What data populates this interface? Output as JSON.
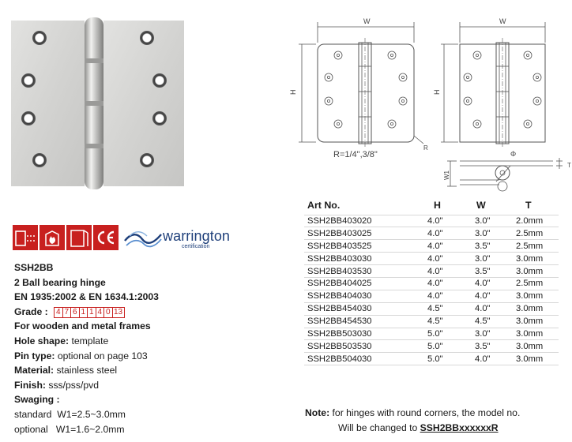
{
  "certification": {
    "brand_word": "warrington",
    "brand_sub": "certification"
  },
  "specs": {
    "model": "SSH2BB",
    "description": "2 Ball bearing hinge",
    "standards": "EN 1935:2002  &  EN 1634.1:2003",
    "grade_label": "Grade :",
    "grade_digits": [
      "4",
      "7",
      "6",
      "1",
      "1",
      "4",
      "0",
      "13"
    ],
    "use": "For wooden and metal frames",
    "hole_label": "Hole shape:",
    "hole_value": "template",
    "pin_label": "Pin type:",
    "pin_value": "optional on page 103",
    "material_label": "Material:",
    "material_value": "stainless steel",
    "finish_label": "Finish:",
    "finish_value": "sss/pss/pvd",
    "swaging_label": "Swaging :",
    "standard_swaging": "standard  W1=2.5~3.0mm",
    "optional_swaging": "optional   W1=1.6~2.0mm"
  },
  "drawing": {
    "w_label": "W",
    "h_label": "H",
    "r_label": "R",
    "radius_caption": "R=1/4\",3/8\"",
    "w1_label": "W1",
    "t_label": "T",
    "phi_label": "Φ"
  },
  "table": {
    "headers": [
      "Art No.",
      "H",
      "W",
      "T"
    ],
    "rows": [
      [
        "SSH2BB403020",
        "4.0\"",
        "3.0\"",
        "2.0mm"
      ],
      [
        "SSH2BB403025",
        "4.0\"",
        "3.0\"",
        "2.5mm"
      ],
      [
        "SSH2BB403525",
        "4.0\"",
        "3.5\"",
        "2.5mm"
      ],
      [
        "SSH2BB403030",
        "4.0\"",
        "3.0\"",
        "3.0mm"
      ],
      [
        "SSH2BB403530",
        "4.0\"",
        "3.5\"",
        "3.0mm"
      ],
      [
        "SSH2BB404025",
        "4.0\"",
        "4.0\"",
        "2.5mm"
      ],
      [
        "SSH2BB404030",
        "4.0\"",
        "4.0\"",
        "3.0mm"
      ],
      [
        "SSH2BB454030",
        "4.5\"",
        "4.0\"",
        "3.0mm"
      ],
      [
        "SSH2BB454530",
        "4.5\"",
        "4.5\"",
        "3.0mm"
      ],
      [
        "SSH2BB503030",
        "5.0\"",
        "3.0\"",
        "3.0mm"
      ],
      [
        "SSH2BB503530",
        "5.0\"",
        "3.5\"",
        "3.0mm"
      ],
      [
        "SSH2BB504030",
        "5.0\"",
        "4.0\"",
        "3.0mm"
      ]
    ]
  },
  "note": {
    "label": "Note:",
    "line1": " for hinges with round corners, the model no.",
    "line2_prefix": "Will be changed to ",
    "line2_model": "SSH2BBxxxxxxR"
  },
  "colors": {
    "accent_red": "#c8201f",
    "brand_blue": "#1e3f7a"
  }
}
